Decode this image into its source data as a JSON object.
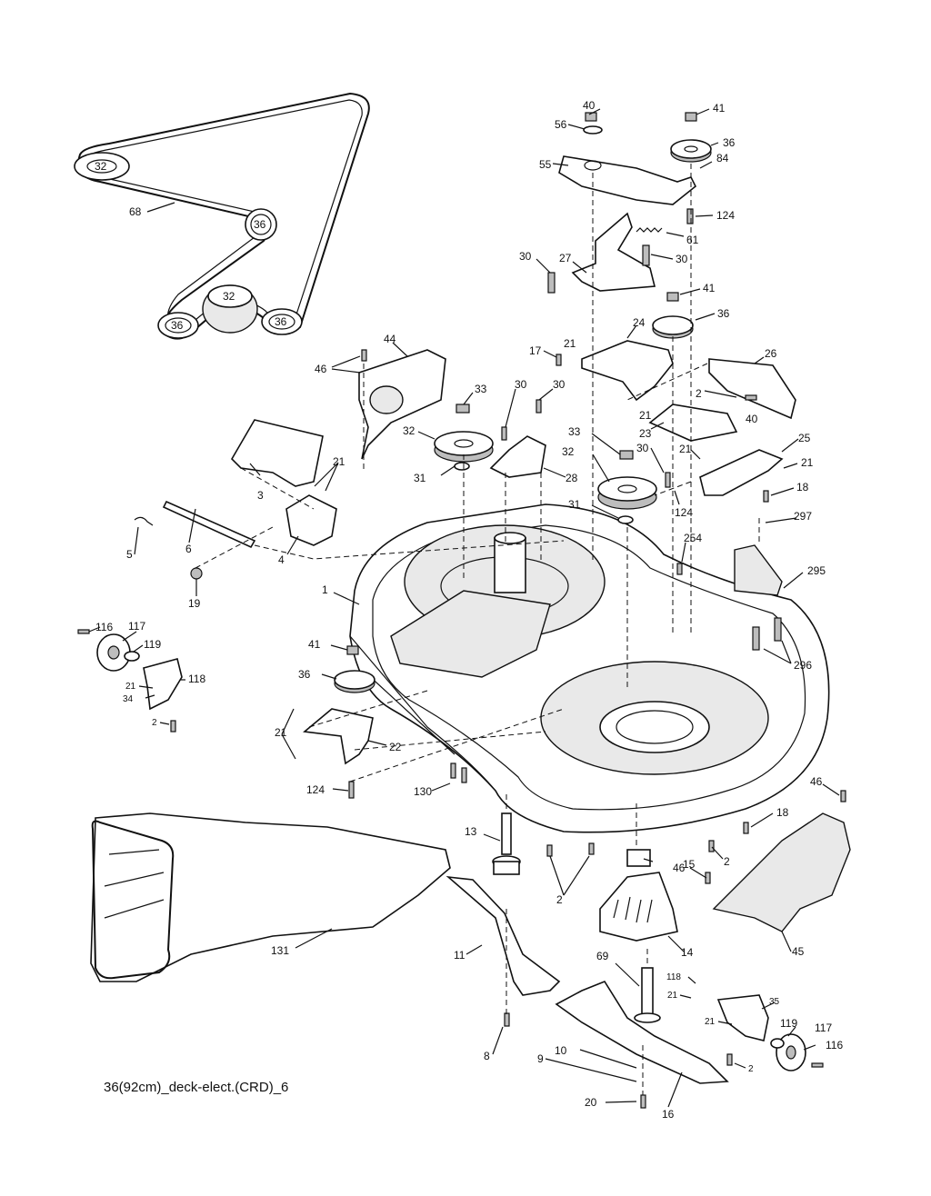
{
  "reference_code": "36(92cm)_deck-elect.(CRD)_6",
  "belt_diagram": {
    "pulley_labels": [
      "32",
      "36",
      "32",
      "36",
      "36"
    ],
    "belt_label": "68"
  },
  "callouts": [
    {
      "id": "c40a",
      "text": "40"
    },
    {
      "id": "c41a",
      "text": "41"
    },
    {
      "id": "c56",
      "text": "56"
    },
    {
      "id": "c36a",
      "text": "36"
    },
    {
      "id": "c84",
      "text": "84"
    },
    {
      "id": "c55",
      "text": "55"
    },
    {
      "id": "c124a",
      "text": "124"
    },
    {
      "id": "c61",
      "text": "61"
    },
    {
      "id": "c30a",
      "text": "30"
    },
    {
      "id": "c27",
      "text": "27"
    },
    {
      "id": "c30b",
      "text": "30"
    },
    {
      "id": "c41b",
      "text": "41"
    },
    {
      "id": "c36b",
      "text": "36"
    },
    {
      "id": "c44",
      "text": "44"
    },
    {
      "id": "c46a",
      "text": "46"
    },
    {
      "id": "c17",
      "text": "17"
    },
    {
      "id": "c21a",
      "text": "21"
    },
    {
      "id": "c24",
      "text": "24"
    },
    {
      "id": "c26",
      "text": "26"
    },
    {
      "id": "c33a",
      "text": "33"
    },
    {
      "id": "c30c",
      "text": "30"
    },
    {
      "id": "c30d",
      "text": "30"
    },
    {
      "id": "c2a",
      "text": "2"
    },
    {
      "id": "c40b",
      "text": "40"
    },
    {
      "id": "c21b",
      "text": "21"
    },
    {
      "id": "c23",
      "text": "23"
    },
    {
      "id": "c32a",
      "text": "32"
    },
    {
      "id": "c33b",
      "text": "33"
    },
    {
      "id": "c30e",
      "text": "30"
    },
    {
      "id": "c25",
      "text": "25"
    },
    {
      "id": "c21c",
      "text": "21"
    },
    {
      "id": "c21d",
      "text": "21"
    },
    {
      "id": "c3",
      "text": "3"
    },
    {
      "id": "c31a",
      "text": "31"
    },
    {
      "id": "c28",
      "text": "28"
    },
    {
      "id": "c32b",
      "text": "32"
    },
    {
      "id": "c21e",
      "text": "21"
    },
    {
      "id": "c18a",
      "text": "18"
    },
    {
      "id": "c124b",
      "text": "124"
    },
    {
      "id": "c31b",
      "text": "31"
    },
    {
      "id": "c297",
      "text": "297"
    },
    {
      "id": "c5",
      "text": "5"
    },
    {
      "id": "c6",
      "text": "6"
    },
    {
      "id": "c4",
      "text": "4"
    },
    {
      "id": "c254",
      "text": "254"
    },
    {
      "id": "c295",
      "text": "295"
    },
    {
      "id": "c19",
      "text": "19"
    },
    {
      "id": "c1",
      "text": "1"
    },
    {
      "id": "c116a",
      "text": "116"
    },
    {
      "id": "c117a",
      "text": "117"
    },
    {
      "id": "c119a",
      "text": "119"
    },
    {
      "id": "c118a",
      "text": "118"
    },
    {
      "id": "c21f",
      "text": "21"
    },
    {
      "id": "c34",
      "text": "34"
    },
    {
      "id": "c2b",
      "text": "2"
    },
    {
      "id": "c41c",
      "text": "41"
    },
    {
      "id": "c36c",
      "text": "36"
    },
    {
      "id": "c296",
      "text": "296"
    },
    {
      "id": "c21g",
      "text": "21"
    },
    {
      "id": "c22",
      "text": "22"
    },
    {
      "id": "c124c",
      "text": "124"
    },
    {
      "id": "c130",
      "text": "130"
    },
    {
      "id": "c46b",
      "text": "46"
    },
    {
      "id": "c18b",
      "text": "18"
    },
    {
      "id": "c13",
      "text": "13"
    },
    {
      "id": "c15",
      "text": "15"
    },
    {
      "id": "c2c",
      "text": "2"
    },
    {
      "id": "c2d",
      "text": "2"
    },
    {
      "id": "c46c",
      "text": "46"
    },
    {
      "id": "c131",
      "text": "131"
    },
    {
      "id": "c11",
      "text": "11"
    },
    {
      "id": "c14",
      "text": "14"
    },
    {
      "id": "c45",
      "text": "45"
    },
    {
      "id": "c69",
      "text": "69"
    },
    {
      "id": "c118b",
      "text": "118"
    },
    {
      "id": "c35",
      "text": "35"
    },
    {
      "id": "c21h",
      "text": "21"
    },
    {
      "id": "c21i",
      "text": "21"
    },
    {
      "id": "c119b",
      "text": "119"
    },
    {
      "id": "c117b",
      "text": "117"
    },
    {
      "id": "c116b",
      "text": "116"
    },
    {
      "id": "c10",
      "text": "10"
    },
    {
      "id": "c9",
      "text": "9"
    },
    {
      "id": "c8",
      "text": "8"
    },
    {
      "id": "c2e",
      "text": "2"
    },
    {
      "id": "c20",
      "text": "20"
    },
    {
      "id": "c16",
      "text": "16"
    }
  ]
}
